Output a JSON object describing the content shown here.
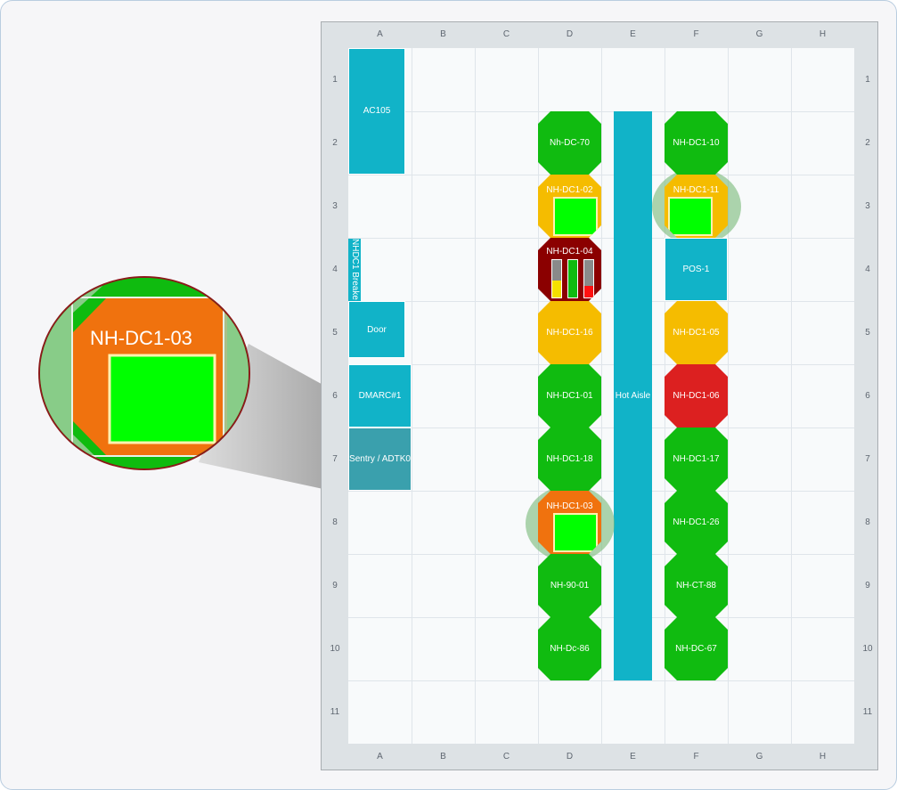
{
  "columns": [
    "A",
    "B",
    "C",
    "D",
    "E",
    "F",
    "G",
    "H"
  ],
  "rows": [
    "1",
    "2",
    "3",
    "4",
    "5",
    "6",
    "7",
    "8",
    "9",
    "10",
    "11"
  ],
  "colors": {
    "green": "#10bb10",
    "orange": "#f0720e",
    "yellow": "#f5bc00",
    "red": "#dc2020",
    "dark_red": "#8b0000",
    "cyan": "#11b3c8",
    "bright_green": "#00ff00"
  },
  "blocks": {
    "ac105": "AC105",
    "breaker": "NHDC1 Breake",
    "door": "Door",
    "dmarc": "DMARC#1",
    "sentry": "Sentry / ADTK0",
    "hot_aisle": "Hot Aisle",
    "pos1": "POS-1"
  },
  "racks": {
    "d2": "Nh-DC-70",
    "d3": "NH-DC1-02",
    "d4": "NH-DC1-04",
    "d5": "NH-DC1-16",
    "d6": "NH-DC1-01",
    "d7": "NH-DC1-18",
    "d8": "NH-DC1-03",
    "d9": "NH-90-01",
    "d10": "NH-Dc-86",
    "f2": "NH-DC1-10",
    "f3": "NH-DC1-11",
    "f5": "NH-DC1-05",
    "f6": "NH-DC1-06",
    "f7": "NH-DC1-17",
    "f8": "NH-DC1-26",
    "f9": "NH-CT-88",
    "f10": "NH-DC-67"
  },
  "rack_d4_bars": [
    {
      "fill_pct": 45,
      "color": "#f5e000"
    },
    {
      "fill_pct": 100,
      "color": "#10bb10"
    },
    {
      "fill_pct": 30,
      "color": "#ff1010"
    }
  ],
  "magnifier": {
    "label": "NH-DC1-03"
  }
}
